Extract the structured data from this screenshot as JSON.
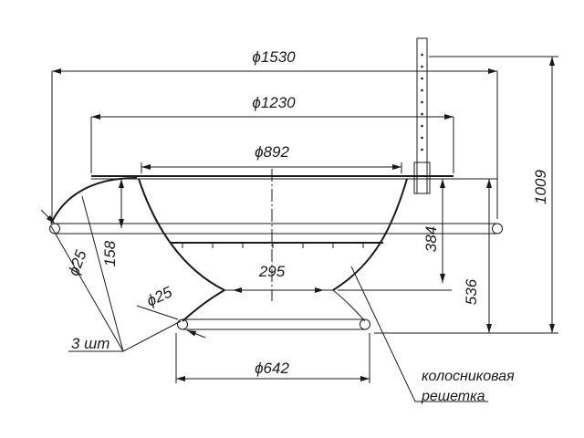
{
  "drawing": {
    "dimensions": {
      "outer_diameter": "ϕ1530",
      "rim_diameter": "ϕ1230",
      "bowl_top_diameter": "ϕ892",
      "total_height": "1009",
      "bowl_depth": "384",
      "handle_offset": "158",
      "handle_tube_diameter": "ϕ25",
      "bottom_width": "295",
      "ring_tube_diameter": "ϕ25",
      "stand_height": "536",
      "ring_diameter": "ϕ642"
    },
    "notes": {
      "quantity": "3 шт",
      "grate_line1": "колосниковая",
      "grate_line2": "решетка"
    },
    "colors": {
      "ink": "#1a1a1a",
      "background": "#ffffff"
    }
  }
}
